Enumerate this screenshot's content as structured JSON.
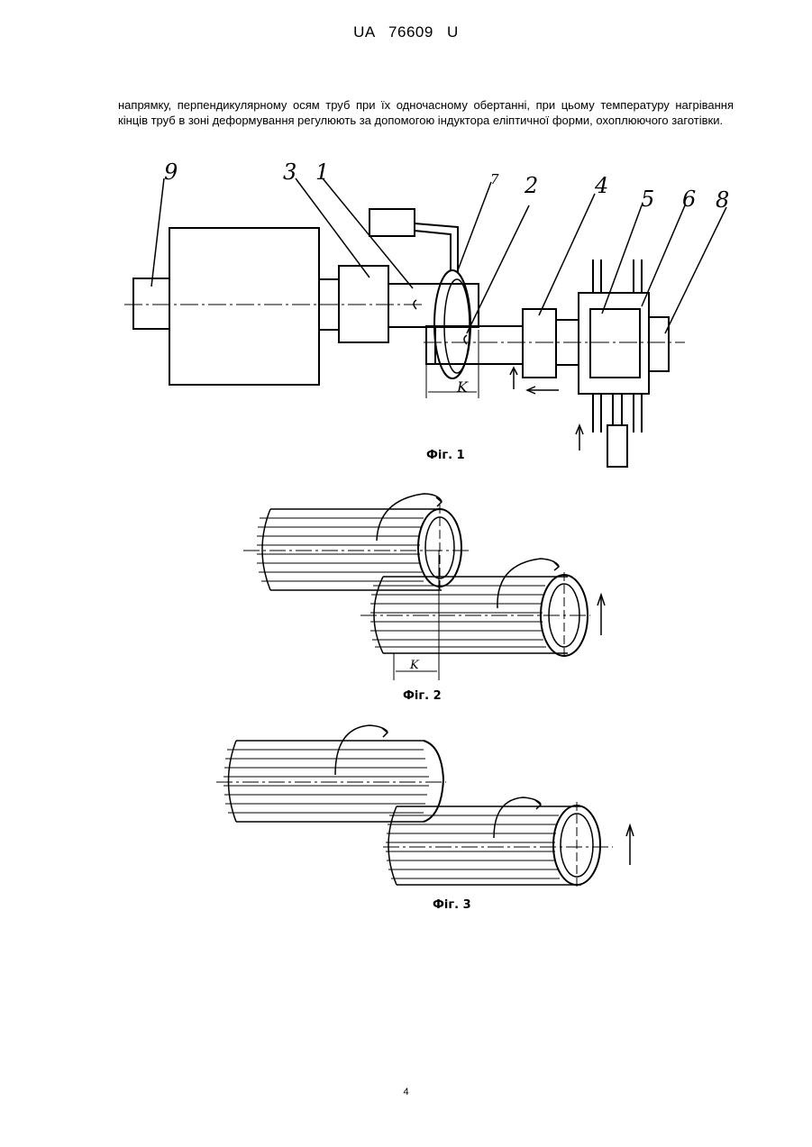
{
  "header": {
    "patent_no": "UA   76609   U"
  },
  "body_text": "напрямку, перпендикулярному осям труб при їх одночасному обертанні, при цьому температуру нагрівання кінців труб в зоні деформування регулюють за допомогою індуктора еліптичної форми, охоплюючого заготівки.",
  "figures": [
    {
      "caption": "Фіг. 1",
      "labels": [
        "9",
        "3",
        "1",
        "7",
        "2",
        "4",
        "5",
        "6",
        "8",
        "K"
      ]
    },
    {
      "caption": "Фіг. 2",
      "labels": [
        "K"
      ]
    },
    {
      "caption": "Фіг. 3"
    }
  ],
  "page_number": "4"
}
